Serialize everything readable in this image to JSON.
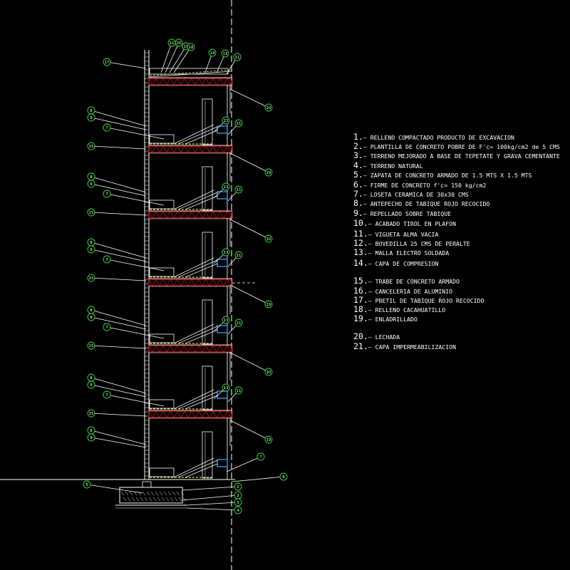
{
  "legend": [
    {
      "num": "1.",
      "text": "RELLENO COMPACTADO PRODUCTO DE EXCAVACION"
    },
    {
      "num": "2.",
      "text": "PLANTILLA DE CONCRETO POBRE DE F'c= 100kg/cm2 de 5 CMS"
    },
    {
      "num": "3.",
      "text": "TERRENO MEJORADO A BASE DE TEPETATE Y GRAVA CEMENTANTE"
    },
    {
      "num": "4.",
      "text": "TERRENO NATURAL"
    },
    {
      "num": "5.",
      "text": "ZAPATA DE CONCRETO ARMADO DE 1.5 MTS X 1.5 MTS"
    },
    {
      "num": "6.",
      "text": "FIRME DE CONCRETO f'c= 150 kg/cm2"
    },
    {
      "num": "7.",
      "text": "LOSETA CERAMICA DE 30x30 CMS"
    },
    {
      "num": "8.",
      "text": "ANTEPECHO DE TABIQUE ROJO RECOCIDO"
    },
    {
      "num": "9.",
      "text": "REPELLADO SOBRE TABIQUE"
    },
    {
      "num": "10.",
      "text": "ACABADO TIROL EN PLAFON"
    },
    {
      "num": "11.",
      "text": "VIGUETA ALMA VACIA"
    },
    {
      "num": "12.",
      "text": "BOVEDILLA 25 CMS DE PERALTE"
    },
    {
      "num": "13.",
      "text": "MALLA ELECTRO SOLDADA"
    },
    {
      "num": "14.",
      "text": "CAPA DE COMPRESION"
    },
    {
      "num": "15.",
      "text": "TRABE DE CONCRETO ARMADO"
    },
    {
      "num": "16.",
      "text": "CANCELERIA DE ALUMINIO"
    },
    {
      "num": "17.",
      "text": "PRETIL DE TABIQUE ROJO RECOCIDO"
    },
    {
      "num": "18.",
      "text": "RELLENO CACAHUATILLO"
    },
    {
      "num": "19.",
      "text": "ENLADRILLADO"
    },
    {
      "num": "20.",
      "text": "LECHADA"
    },
    {
      "num": "21.",
      "text": "CAPA IMPERMEABILIZACION"
    }
  ],
  "colors": {
    "background": "#000000",
    "structure": "#ffffff",
    "slab": "#d11a1a",
    "tag": "#33dd33",
    "cancel": "#4aa8ff",
    "tile": "#ffff66"
  }
}
